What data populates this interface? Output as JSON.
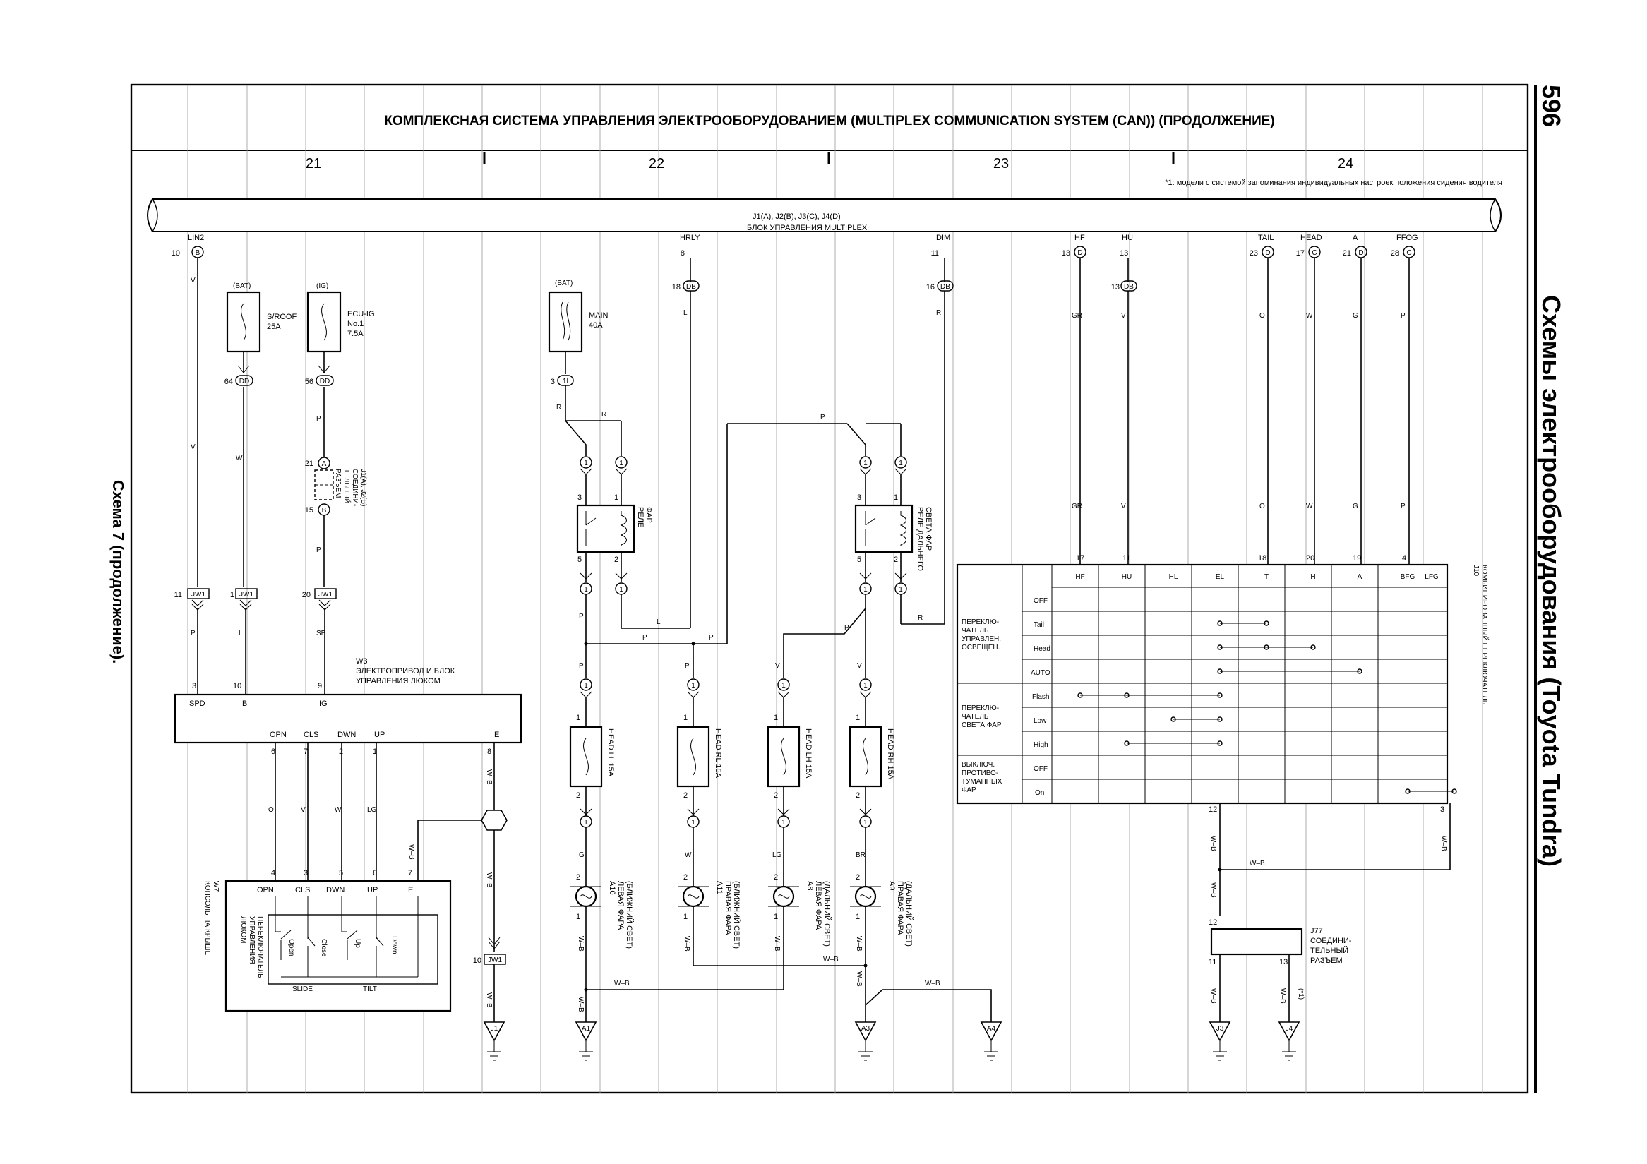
{
  "page_number": "596",
  "side_title": "Схемы электрооборудования (Toyota Tundra)",
  "left_caption": "Схема 7 (продолжение).",
  "diagram_title": "КОМПЛЕКСНАЯ СИСТЕМА УПРАВЛЕНИЯ ЭЛЕКТРООБОРУДОВАНИЕМ (MULTIPLEX COMMUNICATION SYSTEM (CAN)) (ПРОДОЛЖЕНИЕ)",
  "sections": [
    "21",
    "22",
    "23",
    "24"
  ],
  "footnote": "*1: модели с системой запоминания индивидуальных настроек положения сидения водителя",
  "multiplex": {
    "ids": "J1(A), J2(B), J3(C), J4(D)",
    "name": "БЛОК УПРАВЛЕНИЯ MULTIPLEX"
  },
  "mux_pins": [
    {
      "label": "LIN2",
      "num": "10",
      "c": "B"
    },
    {
      "label": "HRLY",
      "num": "8",
      "c": ""
    },
    {
      "label": "DIM",
      "num": "11",
      "c": ""
    },
    {
      "label": "HF",
      "num": "13",
      "c": "D"
    },
    {
      "label": "HU",
      "num": "13",
      "c": ""
    },
    {
      "label": "TAIL",
      "num": "23",
      "c": "D"
    },
    {
      "label": "HEAD",
      "num": "17",
      "c": "C"
    },
    {
      "label": "A",
      "num": "21",
      "c": "D"
    },
    {
      "label": "FFOG",
      "num": "28",
      "c": "C"
    }
  ],
  "fuses": {
    "sroof": {
      "supply": "(BAT)",
      "l1": "S/ROOF",
      "l2": "25A"
    },
    "ecuig": {
      "supply": "(IG)",
      "l1": "ECU-IG",
      "l2": "No.1",
      "l3": "7.5A"
    },
    "main": {
      "supply": "(BAT)",
      "l1": "MAIN",
      "l2": "40A"
    }
  },
  "connector_labels": {
    "dd": "DD",
    "db": "DB",
    "one_i": "1I",
    "a": "A",
    "b": "B",
    "jw1": "JW1",
    "one": "1",
    "j1j2": "J1(A), J2(B)",
    "soedin": "СОЕДИНИ-",
    "telny": "ТЕЛЬНЫЙ",
    "razem": "РАЗЪЕМ"
  },
  "pin_numbers": {
    "n64": "64",
    "n56": "56",
    "n21": "21",
    "n15": "15",
    "n3": "3",
    "n11": "11",
    "n1": "1",
    "n20": "20",
    "n16": "16",
    "n18": "18",
    "n13": "13",
    "n23": "23",
    "n17": "17",
    "n28": "28",
    "n10": "10",
    "n9": "9",
    "n6": "6",
    "n7": "7",
    "n2": "2",
    "n8": "8",
    "n5": "5",
    "n4": "4",
    "n12": "12",
    "n19": "19"
  },
  "wire_colors": {
    "v": "V",
    "w": "W",
    "p": "P",
    "l": "L",
    "sb": "SB",
    "r": "R",
    "gr": "GR",
    "o": "O",
    "g": "G",
    "lg": "LG",
    "wb": "W–B",
    "br": "BR",
    "wbr": "W–B",
    "star1": "(*1)"
  },
  "relays": {
    "head": {
      "title1": "РЕЛЕ",
      "title2": "ФАР"
    },
    "dim": {
      "title1": "РЕЛЕ ДАЛЬНЕГО",
      "title2": "СВЕТА ФАР"
    }
  },
  "w3": {
    "id": "W3",
    "name1": "ЭЛЕКТРОПРИВОД И БЛОК",
    "name2": "УПРАВЛЕНИЯ ЛЮКОМ",
    "pins": [
      "SPD",
      "B",
      "IG",
      "OPN",
      "CLS",
      "DWN",
      "UP",
      "E"
    ]
  },
  "w7": {
    "id": "W7",
    "name": "КОНСОЛЬ НА КРЫШЕ",
    "sw1": "ПЕРЕКЛЮЧАТЕЛЬ",
    "sw2": "УПРАВЛЕНИЯ",
    "sw3": "ЛЮКОМ",
    "pins": [
      "OPN",
      "CLS",
      "DWN",
      "UP",
      "E"
    ],
    "open": "Open",
    "close": "Close",
    "up": "Up",
    "down": "Down",
    "slide": "SLIDE",
    "tilt": "TILT"
  },
  "fuses_head": [
    {
      "name": "HEAD LL 15A"
    },
    {
      "name": "HEAD RL 15A"
    },
    {
      "name": "HEAD LH 15A"
    },
    {
      "name": "HEAD RH 15A"
    }
  ],
  "lamps": [
    {
      "id": "A10",
      "l1": "ЛЕВАЯ ФАРА",
      "l2": "(БЛИЖНИЙ СВЕТ)"
    },
    {
      "id": "A11",
      "l1": "ПРАВАЯ ФАРА",
      "l2": "(БЛИЖНИЙ СВЕТ)"
    },
    {
      "id": "A8",
      "l1": "ЛЕВАЯ ФАРА",
      "l2": "(ДАЛЬНИЙ СВЕТ)"
    },
    {
      "id": "A9",
      "l1": "ПРАВАЯ ФАРА",
      "l2": "(ДАЛЬНИЙ СВЕТ)"
    }
  ],
  "grounds": [
    "J1",
    "A1",
    "A3",
    "A4",
    "J3",
    "J4"
  ],
  "j10": {
    "id": "J10",
    "name": "КОМБИНИРОВАННЫЙ ПЕРЕКЛЮЧАТЕЛЬ",
    "cols": [
      "HF",
      "HU",
      "HL",
      "EL",
      "T",
      "H",
      "A",
      "BFG",
      "LFG"
    ],
    "groups": [
      {
        "l1": "ПЕРЕКЛЮ-",
        "l2": "ЧАТЕЛЬ",
        "l3": "УПРАВЛЕН.",
        "l4": "ОСВЕЩЕН.",
        "rows": [
          "OFF",
          "Tail",
          "Head",
          "AUTO"
        ]
      },
      {
        "l1": "ПЕРЕКЛЮ-",
        "l2": "ЧАТЕЛЬ",
        "l3": "СВЕТА ФАР",
        "l4": "",
        "rows": [
          "Flash",
          "Low",
          "High"
        ]
      },
      {
        "l1": "ВЫКЛЮЧ.",
        "l2": "ПРОТИВО-",
        "l3": "ТУМАННЫХ",
        "l4": "ФАР",
        "rows": [
          "OFF",
          "On"
        ]
      }
    ]
  },
  "j77": {
    "id": "J77",
    "l1": "СОЕДИНИ-",
    "l2": "ТЕЛЬНЫЙ",
    "l3": "РАЗЪЕМ"
  }
}
